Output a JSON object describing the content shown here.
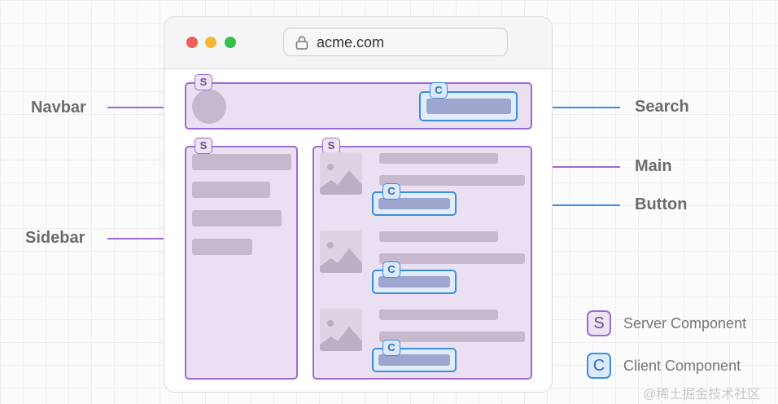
{
  "browser": {
    "url": "acme.com",
    "dots": {
      "red": "#ee5d58",
      "yellow": "#f5b82e",
      "green": "#34c24a"
    }
  },
  "badges": {
    "server": "S",
    "client": "C"
  },
  "labels": {
    "navbar": "Navbar",
    "search": "Search",
    "main": "Main",
    "button": "Button",
    "sidebar": "Sidebar"
  },
  "legend": {
    "server": "Server Component",
    "client": "Client Component"
  },
  "colors": {
    "server_border": "#9b6bd0",
    "client_border": "#3a8fdc",
    "server_line": "#9b6bd0",
    "client_line": "#3a8fdc"
  },
  "watermark": "@稀土掘金技术社区"
}
